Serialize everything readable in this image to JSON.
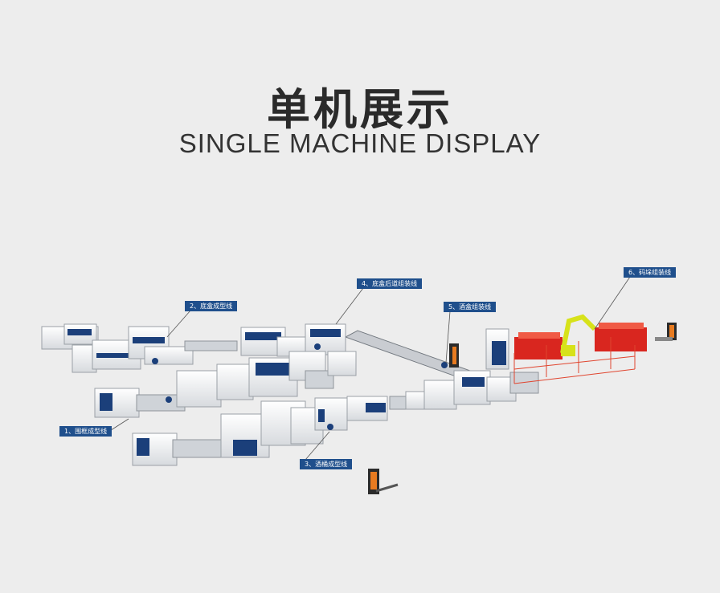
{
  "header": {
    "title_cn": "单机展示",
    "title_en": "SINGLE MACHINE DISPLAY"
  },
  "labels": {
    "l1": "1、围框成型线",
    "l2": "2、底盒成型线",
    "l3": "3、酒桶成型线",
    "l4": "4、底盒后道组装线",
    "l5": "5、酒盒组装线",
    "l6": "6、码垛组装线"
  },
  "colors": {
    "accent": "#1f4f8c",
    "machine_white": "#f4f5f7",
    "machine_blue": "#1b3f7a",
    "pallet_red": "#d9261f",
    "robot_yellow": "#d7e21a",
    "fence_red": "#e0452f",
    "agv_orange": "#e87b20"
  }
}
